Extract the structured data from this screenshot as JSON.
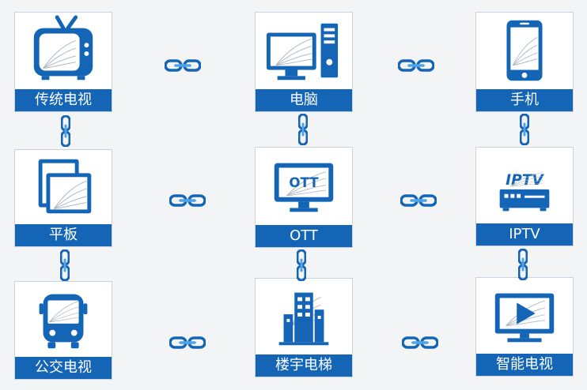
{
  "colors": {
    "primary": "#1565b7",
    "accent": "#4fa3e6",
    "background": "#f3f4f6"
  },
  "devices": [
    {
      "label": "传统电视",
      "icon": "tv-icon"
    },
    {
      "label": "电脑",
      "icon": "desktop-computer-icon"
    },
    {
      "label": "手机",
      "icon": "mobile-phone-icon"
    },
    {
      "label": "平板",
      "icon": "tablet-icon"
    },
    {
      "label": "OTT",
      "icon": "ott-monitor-icon",
      "screen_text": "OTT"
    },
    {
      "label": "IPTV",
      "icon": "iptv-set-top-box-icon",
      "screen_text": "IPTV"
    },
    {
      "label": "公交电视",
      "icon": "bus-icon"
    },
    {
      "label": "楼宇电梯",
      "icon": "building-icon"
    },
    {
      "label": "智能电视",
      "icon": "smart-tv-play-icon"
    }
  ],
  "connectors": {
    "icon": "chain-link-icon",
    "count": 12
  }
}
